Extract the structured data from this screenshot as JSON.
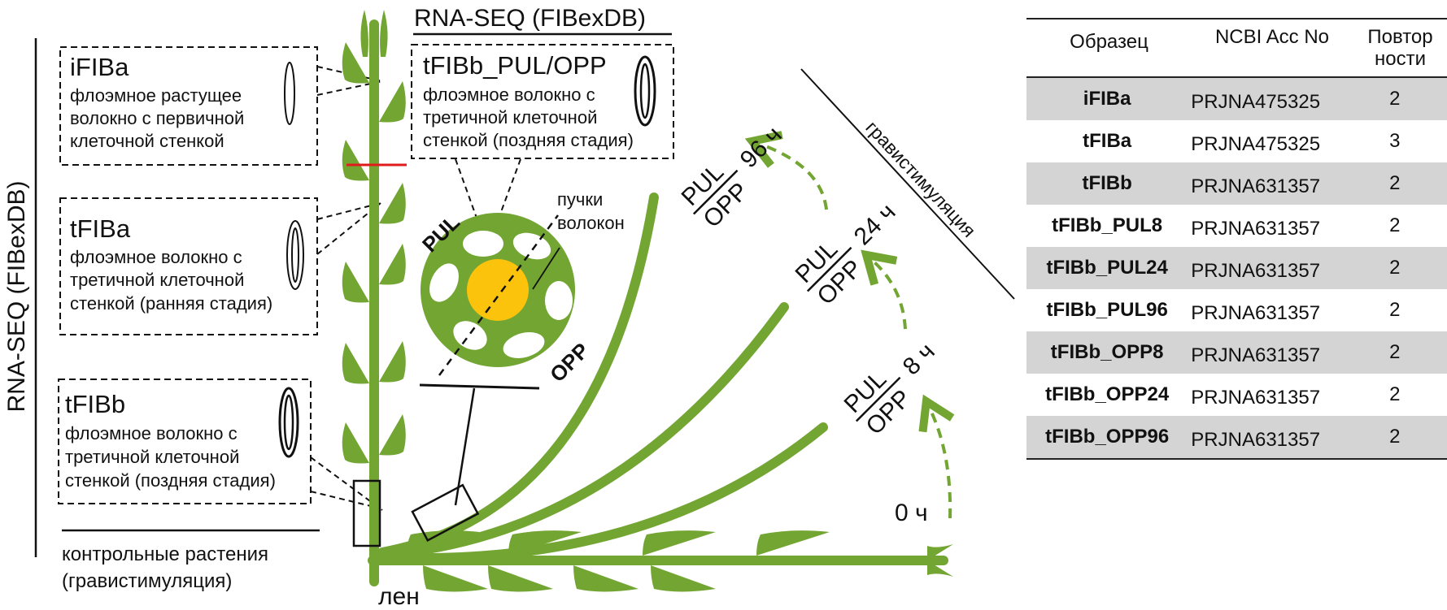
{
  "title_top": "RNA-SEQ (FIBexDB)",
  "title_side": "RNA-SEQ (FIBexDB)",
  "colors": {
    "plant_green": "#73a533",
    "pith_yellow": "#fcc30c",
    "marker_red": "#e01b1b",
    "row_shade": "#d4d4d4",
    "text": "#111111"
  },
  "sample_boxes": [
    {
      "id": "iFIBa",
      "title": "iFIBa",
      "lines": [
        "флоэмное растущее",
        "волокно с первичной",
        "клеточной стенкой"
      ],
      "icon": "single-wall-fiber-icon"
    },
    {
      "id": "tFIBa",
      "title": "tFIBa",
      "lines": [
        "флоэмное волокно с",
        "третичной клеточной",
        "стенкой (ранняя стадия)"
      ],
      "icon": "double-wall-fiber-icon"
    },
    {
      "id": "tFIBb",
      "title": "tFIBb",
      "lines": [
        "флоэмное волокно с",
        "третичной клеточной",
        "стенкой (поздняя стадия)"
      ],
      "icon": "thick-wall-fiber-icon"
    },
    {
      "id": "tFIBb_PUL_OPP",
      "title": "tFIBb_PUL/OPP",
      "lines": [
        "флоэмное волокно с",
        "третичной клеточной",
        "стенкой (поздняя стадия)"
      ],
      "icon": "thick-wall-fiber-icon"
    }
  ],
  "control_label": [
    "контрольные растения",
    "(гравистимуляция)"
  ],
  "plant_label": "лен",
  "cross_section": {
    "pul_label": "PUL",
    "opp_label": "OPP",
    "bundles_label": [
      "пучки",
      "волокон"
    ]
  },
  "timepoints": [
    {
      "time": "0 ч",
      "numerator": "",
      "denominator": ""
    },
    {
      "time": "8 ч",
      "numerator": "PUL",
      "denominator": "OPP"
    },
    {
      "time": "24 ч",
      "numerator": "PUL",
      "denominator": "OPP"
    },
    {
      "time": "96 ч",
      "numerator": "PUL",
      "denominator": "OPP"
    }
  ],
  "gravistimulation_label": "гравистимуляция",
  "table": {
    "headers": [
      "Образец",
      "NCBI Acc No",
      "Повтор",
      "ности"
    ],
    "rows": [
      {
        "sample": "iFIBa",
        "acc": "PRJNA475325",
        "reps": "2",
        "shaded": true
      },
      {
        "sample": "tFIBa",
        "acc": "PRJNA475325",
        "reps": "3",
        "shaded": false
      },
      {
        "sample": "tFIBb",
        "acc": "PRJNA631357",
        "reps": "2",
        "shaded": true
      },
      {
        "sample": "tFIBb_PUL8",
        "acc": "PRJNA631357",
        "reps": "2",
        "shaded": false
      },
      {
        "sample": "tFIBb_PUL24",
        "acc": "PRJNA631357",
        "reps": "2",
        "shaded": true
      },
      {
        "sample": "tFIBb_PUL96",
        "acc": "PRJNA631357",
        "reps": "2",
        "shaded": false
      },
      {
        "sample": "tFIBb_OPP8",
        "acc": "PRJNA631357",
        "reps": "2",
        "shaded": true
      },
      {
        "sample": "tFIBb_OPP24",
        "acc": "PRJNA631357",
        "reps": "2",
        "shaded": false
      },
      {
        "sample": "tFIBb_OPP96",
        "acc": "PRJNA631357",
        "reps": "2",
        "shaded": true
      }
    ]
  }
}
